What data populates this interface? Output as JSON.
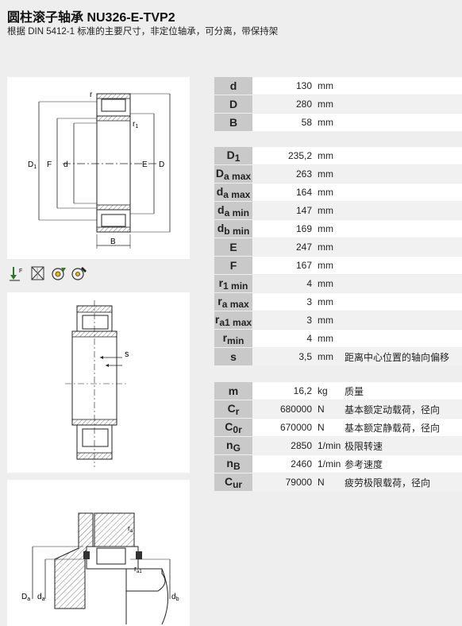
{
  "header": {
    "title": "圆柱滚子轴承 NU326-E-TVP2",
    "subtitle": "根据 DIN 5412-1 标准的主要尺寸，非定位轴承，可分离，带保持架"
  },
  "drawing_labels": {
    "r": "r",
    "r1": "r",
    "r1_sub": "1",
    "D1": "D",
    "D1_sub": "1",
    "F": "F",
    "d": "d",
    "E": "E",
    "D": "D",
    "B": "B",
    "s": "s",
    "ra": "r",
    "ra_sub": "a",
    "ra1": "r",
    "ra1_sub": "a1",
    "Da": "D",
    "Da_sub": "a",
    "da": "d",
    "da_sub": "a",
    "db": "d",
    "db_sub": "b"
  },
  "icons": [
    "axial-load-icon",
    "no-relubrication-icon",
    "speed-icon",
    "mounting-icon"
  ],
  "groups": [
    [
      {
        "sym": "d",
        "sub": "",
        "value": "130",
        "unit": "mm",
        "desc": ""
      },
      {
        "sym": "D",
        "sub": "",
        "value": "280",
        "unit": "mm",
        "desc": ""
      },
      {
        "sym": "B",
        "sub": "",
        "value": "58",
        "unit": "mm",
        "desc": ""
      }
    ],
    [
      {
        "sym": "D",
        "sub": "1",
        "value": "235,2",
        "unit": "mm",
        "desc": ""
      },
      {
        "sym": "D",
        "sub": "a max",
        "value": "263",
        "unit": "mm",
        "desc": ""
      },
      {
        "sym": "d",
        "sub": "a max",
        "value": "164",
        "unit": "mm",
        "desc": ""
      },
      {
        "sym": "d",
        "sub": "a min",
        "value": "147",
        "unit": "mm",
        "desc": ""
      },
      {
        "sym": "d",
        "sub": "b min",
        "value": "169",
        "unit": "mm",
        "desc": ""
      },
      {
        "sym": "E",
        "sub": "",
        "value": "247",
        "unit": "mm",
        "desc": ""
      },
      {
        "sym": "F",
        "sub": "",
        "value": "167",
        "unit": "mm",
        "desc": ""
      },
      {
        "sym": "r",
        "sub": "1 min",
        "value": "4",
        "unit": "mm",
        "desc": ""
      },
      {
        "sym": "r",
        "sub": "a max",
        "value": "3",
        "unit": "mm",
        "desc": ""
      },
      {
        "sym": "r",
        "sub": "a1 max",
        "value": "3",
        "unit": "mm",
        "desc": ""
      },
      {
        "sym": "r",
        "sub": "min",
        "value": "4",
        "unit": "mm",
        "desc": ""
      },
      {
        "sym": "s",
        "sub": "",
        "value": "3,5",
        "unit": "mm",
        "desc": "距离中心位置的轴向偏移"
      }
    ],
    [
      {
        "sym": "m",
        "sub": "",
        "value": "16,2",
        "unit": "kg",
        "desc": "质量"
      },
      {
        "sym": "C",
        "sub": "r",
        "value": "680000",
        "unit": "N",
        "desc": "基本额定动载荷，径向"
      },
      {
        "sym": "C",
        "sub": "0r",
        "value": "670000",
        "unit": "N",
        "desc": "基本额定静载荷，径向"
      },
      {
        "sym": "n",
        "sub": "G",
        "value": "2850",
        "unit": "1/min",
        "desc": "极限转速"
      },
      {
        "sym": "n",
        "sub": "B",
        "value": "2460",
        "unit": "1/min",
        "desc": "参考速度"
      },
      {
        "sym": "C",
        "sub": "ur",
        "value": "79000",
        "unit": "N",
        "desc": "疲劳极限载荷，径向"
      }
    ]
  ]
}
